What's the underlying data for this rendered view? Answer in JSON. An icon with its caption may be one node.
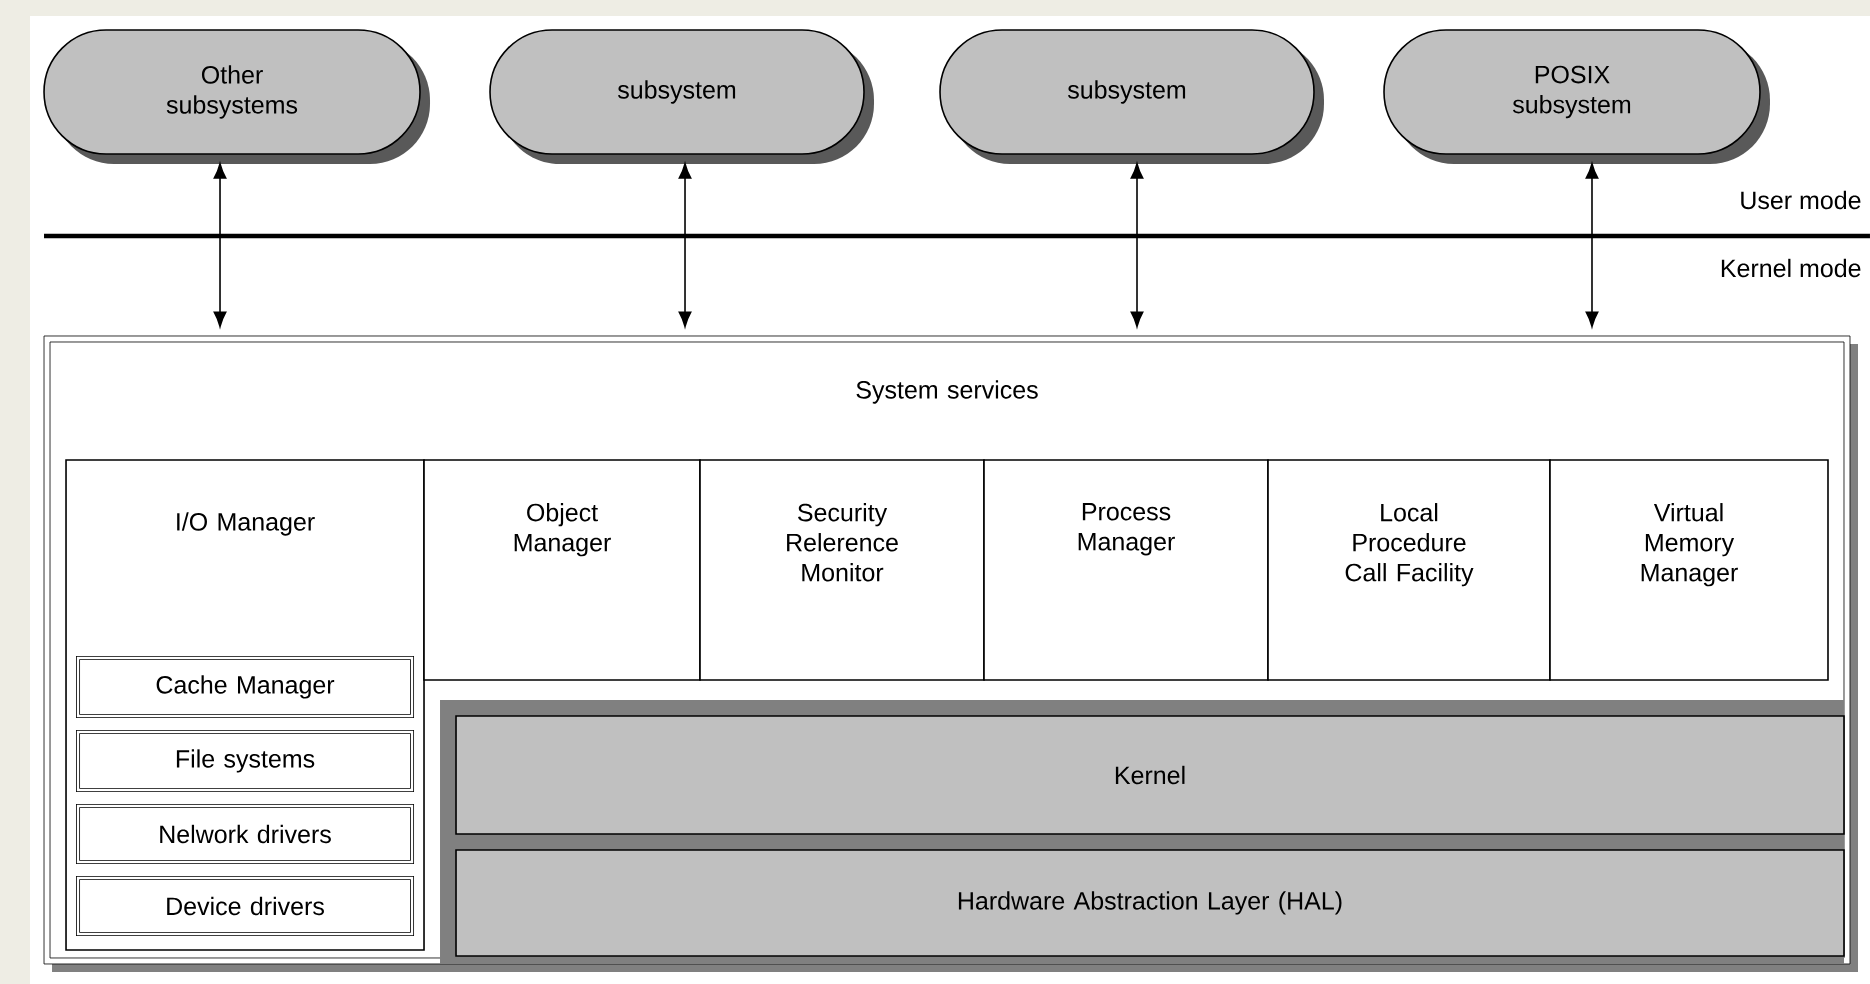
{
  "diagram": {
    "nodes": [
      {
        "text": [
          "Other subsystems"
        ]
      },
      {
        "text": [
          "subsystem"
        ]
      },
      {
        "text": [
          "subsystem"
        ]
      },
      {
        "text": [
          "POSIX subsystem"
        ]
      },
      {
        "text": [
          "System services"
        ]
      },
      {
        "text": [
          "I/O Manager"
        ],
        "in": 4
      },
      {
        "text": [
          "Object Manager"
        ],
        "in": 4
      },
      {
        "text": [
          "Security Relerence Monitor"
        ],
        "in": 4
      },
      {
        "text": [
          "Process Manager"
        ],
        "in": 4
      },
      {
        "text": [
          "Local Procedure Call Facility"
        ],
        "in": 4
      },
      {
        "text": [
          "Virtual Memory Manager"
        ],
        "in": 4
      },
      {
        "text": [
          "Cache Manager"
        ],
        "in": 5
      },
      {
        "text": [
          "File systems"
        ],
        "in": 5
      },
      {
        "text": [
          "Nelwork drivers"
        ],
        "in": 5
      },
      {
        "text": [
          "Device drivers"
        ],
        "in": 5
      },
      {
        "text": [
          "Kernel"
        ],
        "in": 4
      },
      {
        "text": [
          "Hardware Abstraction Layer (HAL)"
        ],
        "in": 4
      }
    ],
    "edges": [
      {
        "from": 0,
        "to": 4,
        "arrow": "both"
      },
      {
        "from": 1,
        "to": 4,
        "arrow": "both"
      },
      {
        "from": 2,
        "to": 4,
        "arrow": "both"
      },
      {
        "from": 3,
        "to": 4,
        "arrow": "both"
      }
    ],
    "labels": [
      "User mode",
      "Kernel mode"
    ]
  }
}
